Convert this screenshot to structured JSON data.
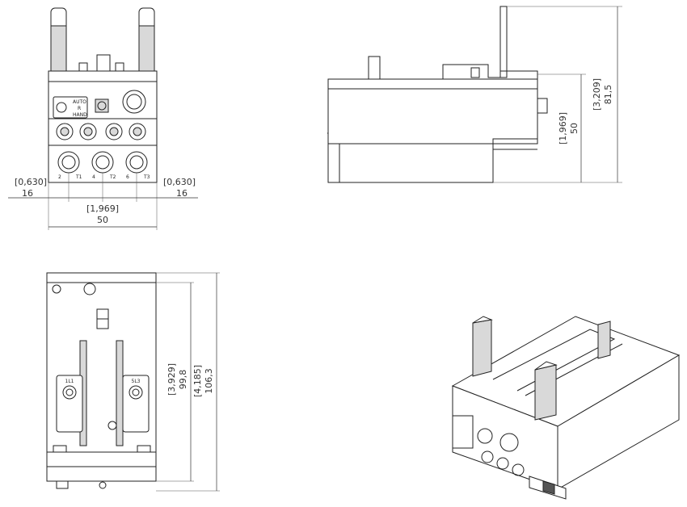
{
  "front_view": {
    "dim_left_inch": "[0,630]",
    "dim_left_mm": "16",
    "dim_right_inch": "[0,630]",
    "dim_right_mm": "16",
    "dim_pitch_inch": "[1,969]",
    "dim_width_mm": "50",
    "terminal_labels": [
      "2",
      "T1",
      "4",
      "T2",
      "6",
      "T3"
    ],
    "reset_labels": [
      "AUTO",
      "R",
      "HAND"
    ]
  },
  "side_view": {
    "dim_height_inch": "[3,209]",
    "dim_height_mm": "81,5",
    "dim_body_inch": "[1,969]",
    "dim_body_mm": "50"
  },
  "top_view": {
    "dim_inner_inch": "[3,929]",
    "dim_inner_mm": "99,8",
    "dim_outer_inch": "[4,185]",
    "dim_outer_mm": "106,3",
    "terminal_labels": [
      "1L1",
      "5L3"
    ]
  },
  "colors": {
    "line": "#222222",
    "fill_light": "#d9d9d9",
    "fill_dark": "#555555"
  }
}
